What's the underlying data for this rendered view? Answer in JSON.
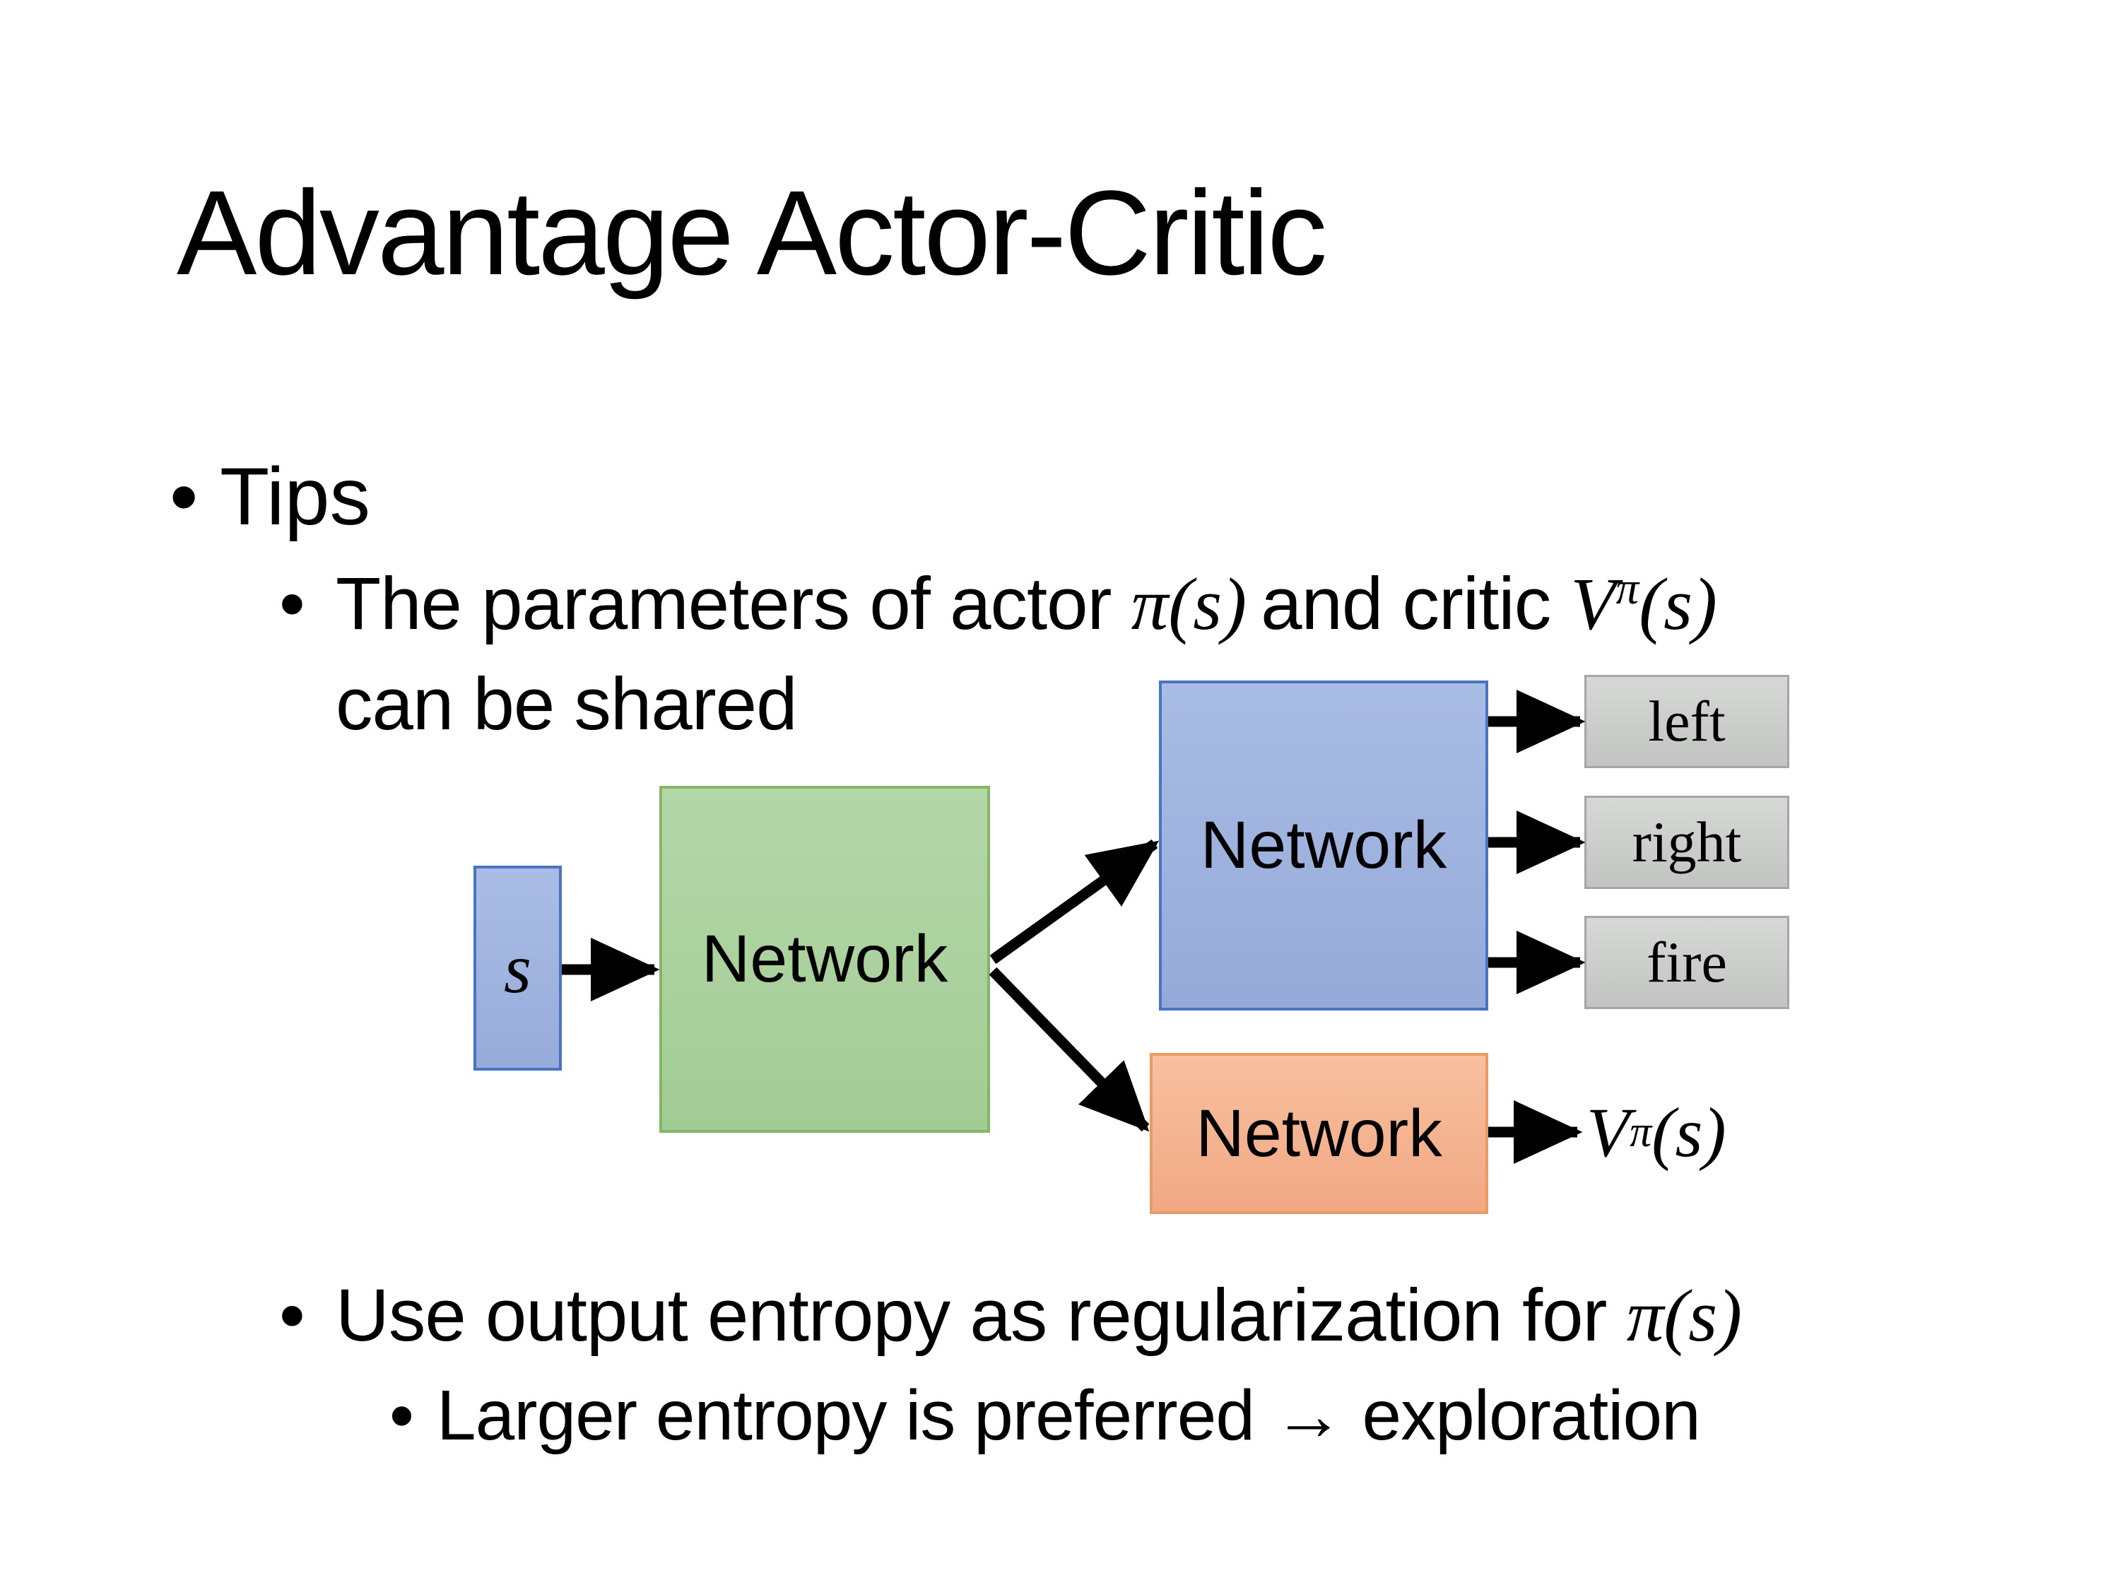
{
  "slide": {
    "title": "Advantage Actor-Critic",
    "bullet_char": "•"
  },
  "bullets": {
    "tips": "Tips",
    "shared": {
      "prefix": "The parameters of actor ",
      "actor_math": "π(s)",
      "middle": "and critic ",
      "critic_base": "V",
      "critic_sup": "π",
      "critic_args": "(s)",
      "line2": "can be shared"
    },
    "entropy": {
      "prefix": "Use output entropy as regularization for ",
      "math": "π(s)"
    },
    "exploration": "Larger entropy is preferred → exploration"
  },
  "diagram": {
    "state_label": "s",
    "shared_network_label": "Network",
    "actor_network_label": "Network",
    "critic_network_label": "Network",
    "actions": [
      "left",
      "right",
      "fire"
    ],
    "value_output": {
      "base": "V",
      "sup": "π",
      "args": "(s)"
    }
  },
  "colors": {
    "background": "#ffffff",
    "text": "#000000",
    "arrow": "#000000",
    "state_fill": "#a0b4e0",
    "state_border": "#4a73c4",
    "shared_network_fill": "#abd2a0",
    "shared_network_border": "#83b667",
    "actor_network_fill": "#a0b4e0",
    "actor_network_border": "#4a73c4",
    "critic_network_fill": "#f5b38e",
    "critic_network_border": "#ea9a63",
    "action_fill": "#cdcfcd",
    "action_border": "#a6a6a6"
  }
}
